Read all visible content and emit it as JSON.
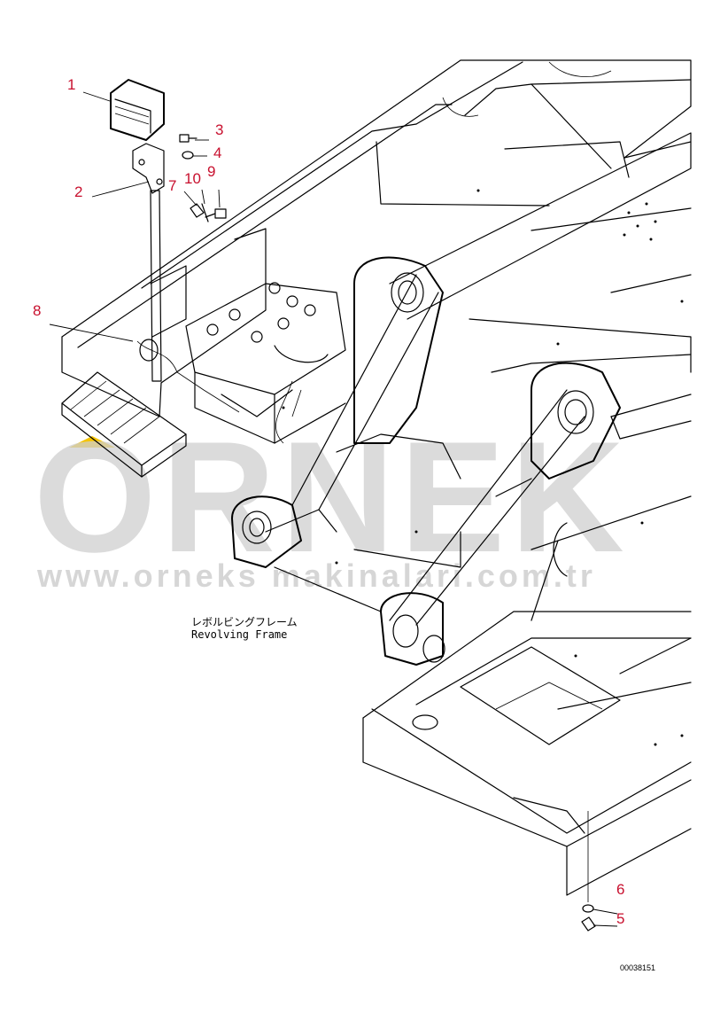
{
  "diagram": {
    "callouts": [
      "1",
      "2",
      "3",
      "4",
      "5",
      "6",
      "7",
      "8",
      "9",
      "10"
    ],
    "label_jp": "レボルビングフレーム",
    "label_en": "Revolving Frame",
    "document_id": "00038151"
  },
  "watermark": {
    "brand": "ORNEK",
    "url": "www.orneks makinalari.com.tr",
    "accent_color": "#f5c400"
  },
  "colors": {
    "callout": "#c8102e",
    "line": "#000000",
    "watermark": "#cfcfcf"
  }
}
